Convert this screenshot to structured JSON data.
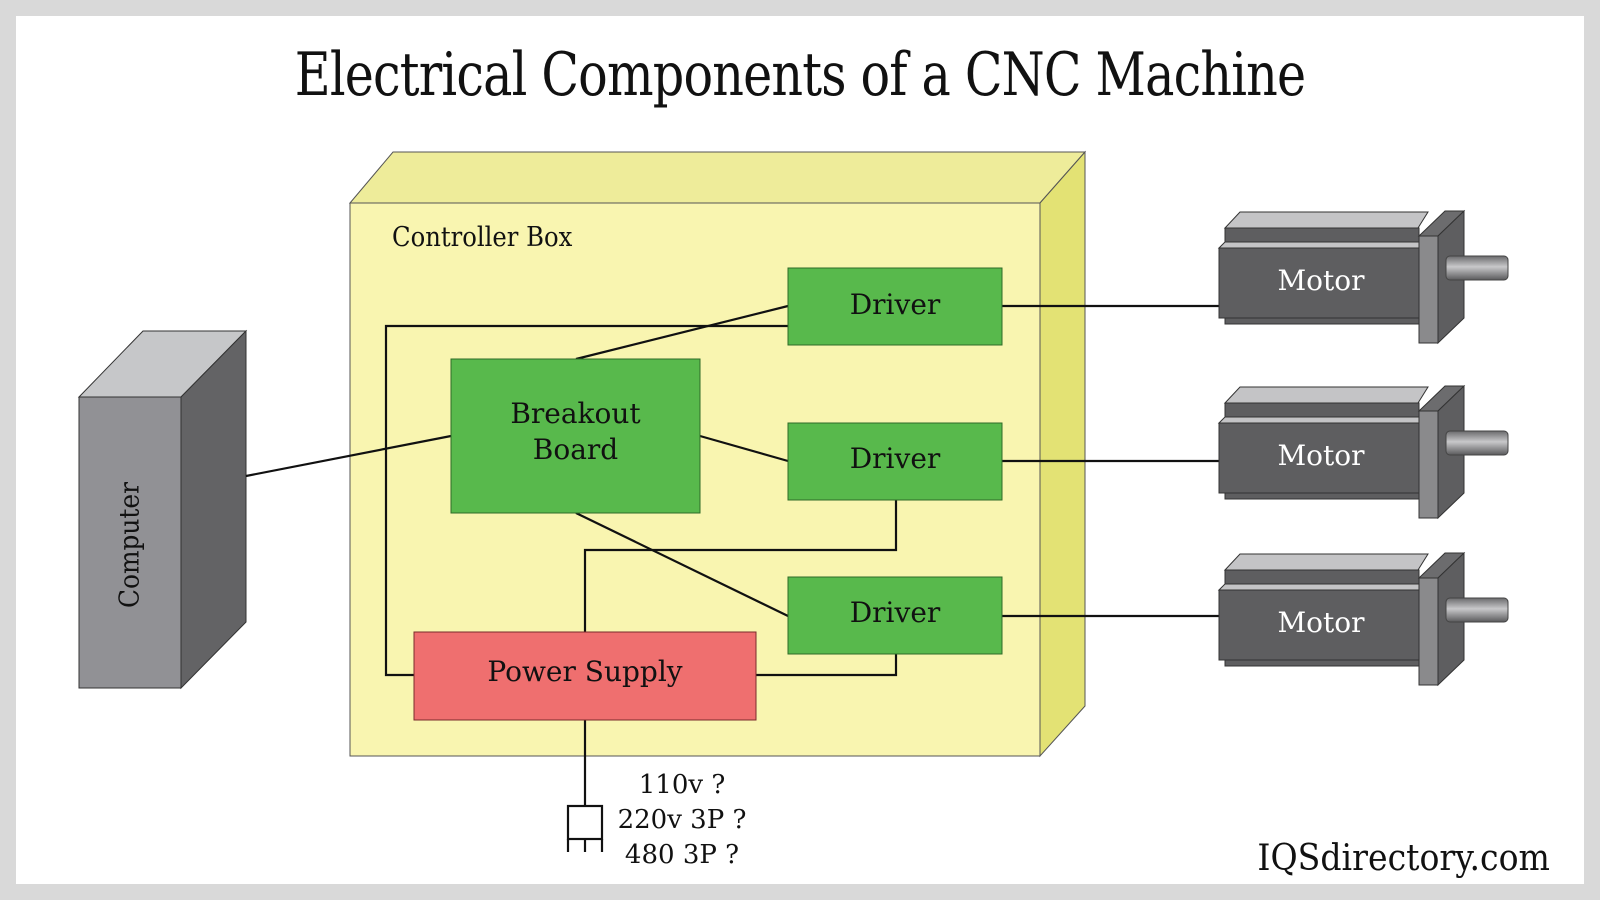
{
  "title": "Electrical Components of a CNC Machine",
  "controller_box": {
    "label": "Controller Box"
  },
  "computer": {
    "label": "Computer"
  },
  "breakout_board": {
    "line1": "Breakout",
    "line2": "Board"
  },
  "drivers": [
    {
      "label": "Driver"
    },
    {
      "label": "Driver"
    },
    {
      "label": "Driver"
    }
  ],
  "motors": [
    {
      "label": "Motor"
    },
    {
      "label": "Motor"
    },
    {
      "label": "Motor"
    }
  ],
  "power_supply": {
    "label": "Power Supply"
  },
  "power_options": [
    "110v ?",
    "220v 3P ?",
    "480 3P ?"
  ],
  "plug_icon": "power-plug-icon",
  "watermark": "IQSdirectory.com",
  "colors": {
    "controller_face": "#f9f5b0",
    "controller_top": "#eeec9a",
    "controller_side": "#e3e274",
    "component_green": "#58b94c",
    "power_supply_red": "#ef6f6f",
    "computer_front": "#919195",
    "computer_side": "#636365",
    "computer_top": "#c6c7c9",
    "motor_body": "#5e5e60",
    "motor_light": "#c4c4c6",
    "motor_flange": "#8a8a8c"
  }
}
